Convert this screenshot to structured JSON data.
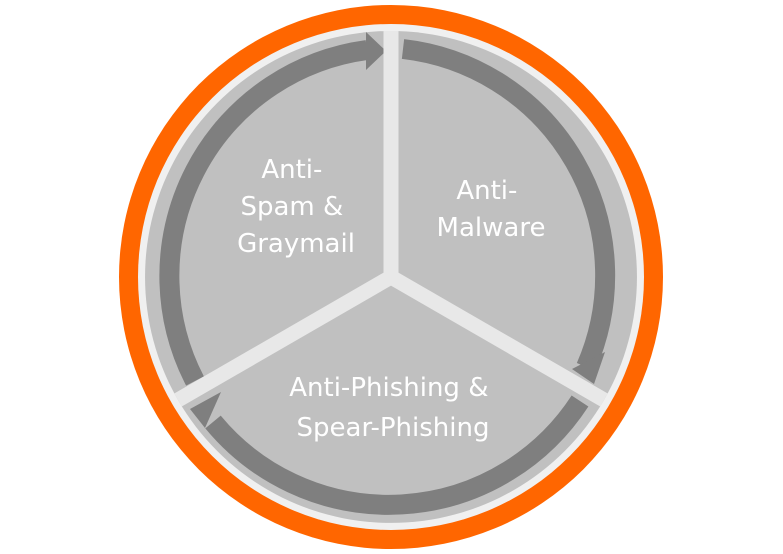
{
  "segments": [
    {
      "id": "anti-spam",
      "lines": [
        "Anti-",
        "Spam &",
        "Graymail"
      ]
    },
    {
      "id": "anti-malware",
      "lines": [
        "Anti-",
        "Malware"
      ]
    },
    {
      "id": "anti-phishing",
      "lines": [
        "Anti-Phishing &",
        "Spear-Phishing"
      ]
    }
  ],
  "colors": {
    "background": "#ffffff",
    "outer_ring": "#ff6600",
    "band": "#f0f0f0",
    "sector_fill": "#c0c0c0",
    "divider": "#e8e8e8",
    "arrow": "#7f7f7f",
    "text": "#ffffff"
  }
}
